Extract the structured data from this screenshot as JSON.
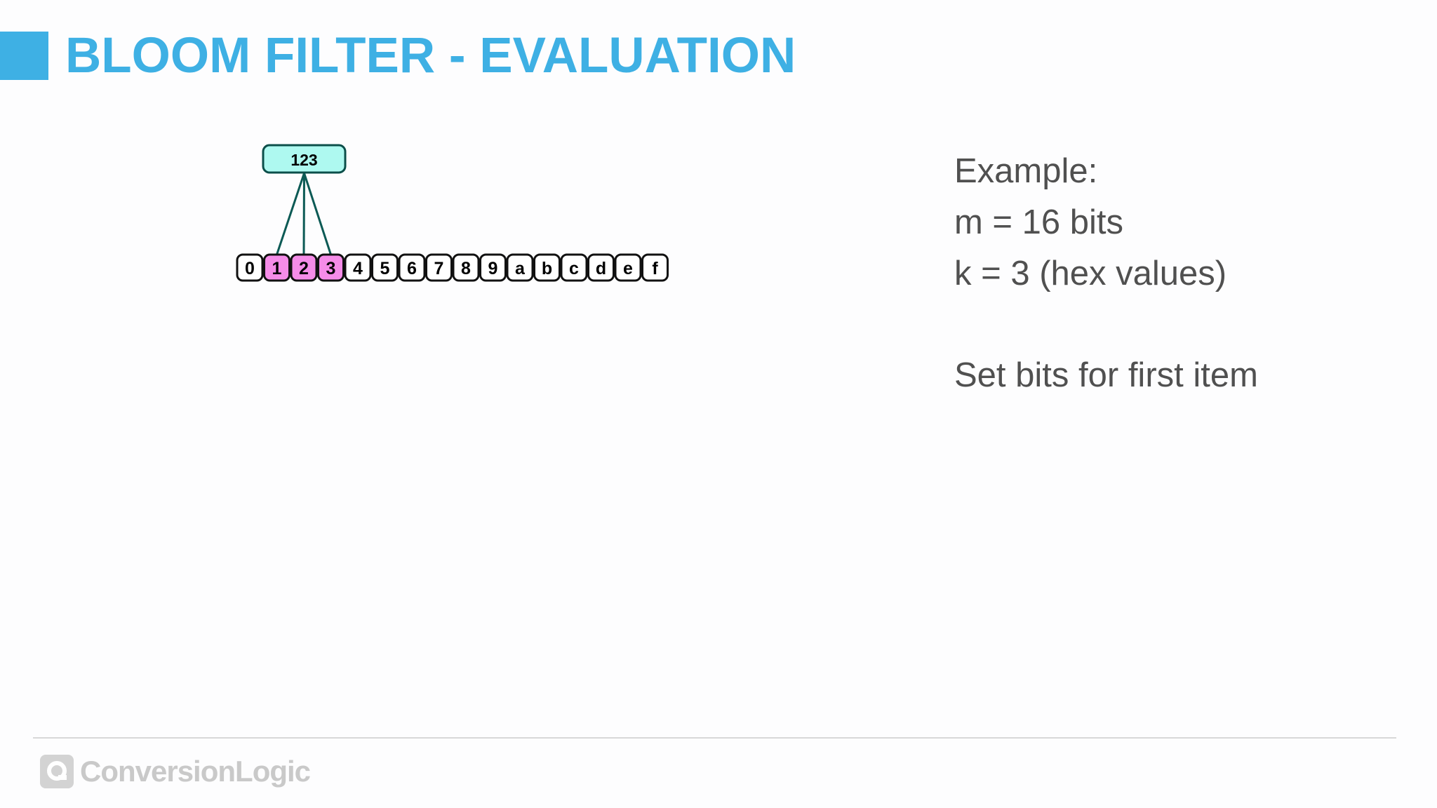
{
  "title": "BLOOM FILTER - EVALUATION",
  "diagram": {
    "item_label": "123",
    "bits": [
      "0",
      "1",
      "2",
      "3",
      "4",
      "5",
      "6",
      "7",
      "8",
      "9",
      "a",
      "b",
      "c",
      "d",
      "e",
      "f"
    ],
    "set_bits": [
      "1",
      "2",
      "3"
    ]
  },
  "info": {
    "line1": "Example:",
    "line2": "m = 16 bits",
    "line3": "k = 3 (hex values)",
    "line4": "Set bits for first item"
  },
  "footer": {
    "logo_text": "ConversionLogic"
  },
  "colors": {
    "accent": "#3eb0e4",
    "set_bit": "#f58ce8",
    "item_box": "#aef9f0",
    "connector": "#0c5a55"
  }
}
